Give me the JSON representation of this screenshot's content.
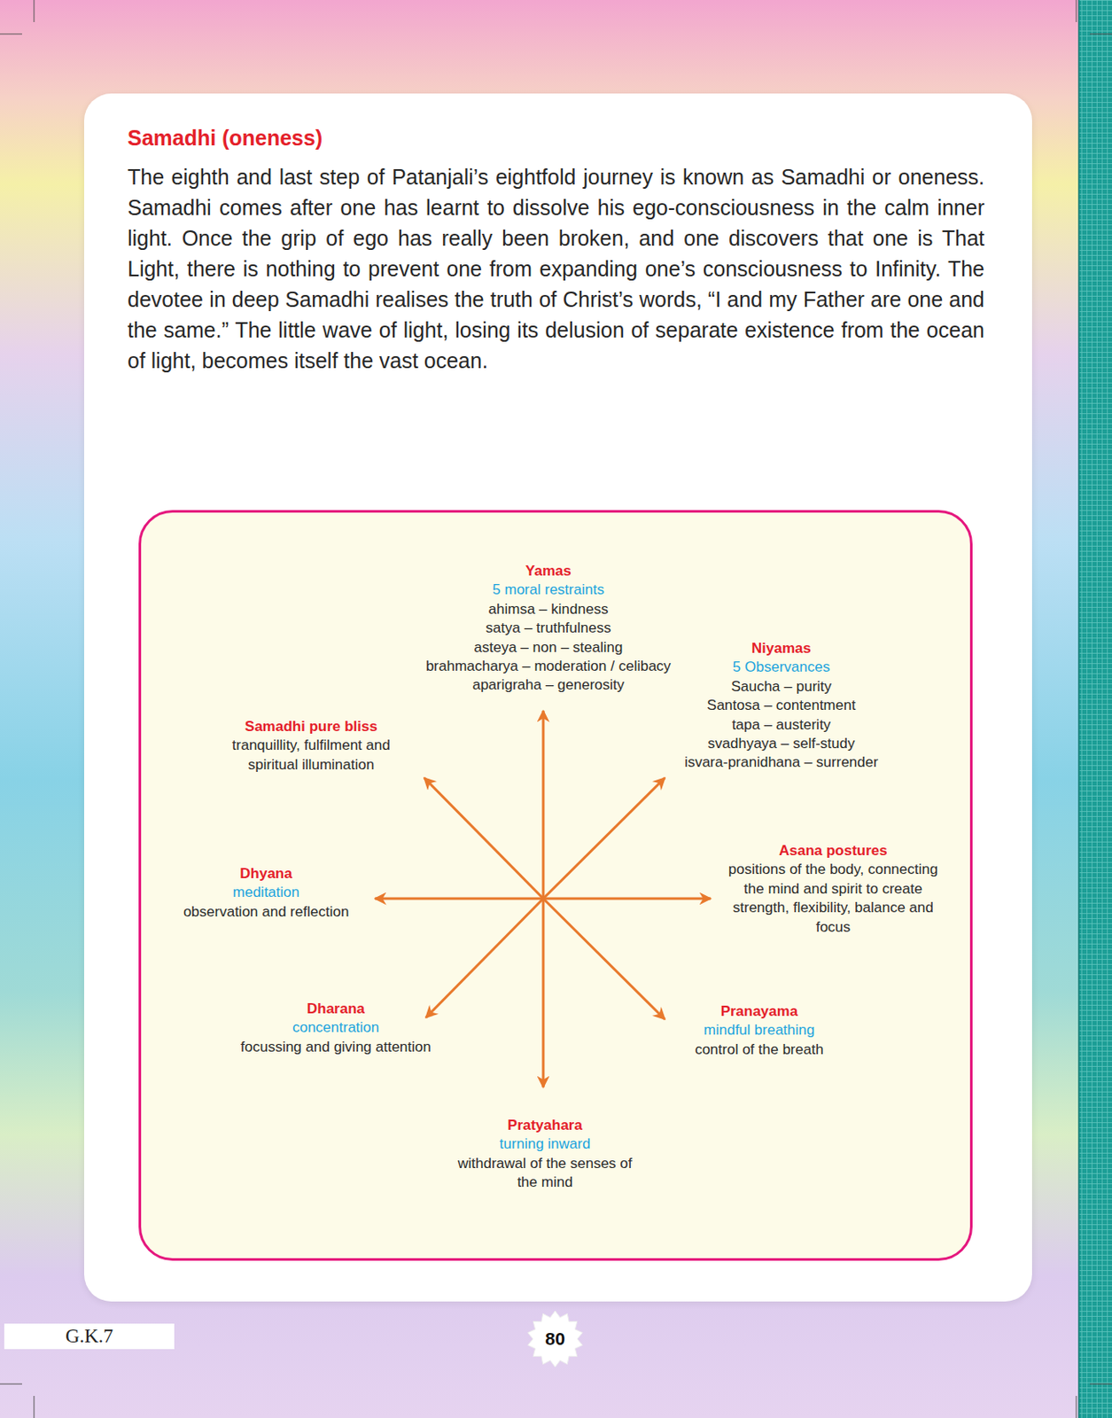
{
  "diagram": {
    "nodes": [
      {
        "text": [
          "Samadhi (oneness)",
          "The eighth and last step of Patanjali’s eightfold journey is known as Samadhi or oneness. Samadhi comes after one has learnt to dissolve his ego-consciousness in the calm inner light. Once the grip of ego has really been broken, and one discovers that one is That Light, there is nothing to prevent one from expanding one’s consciousness to Infinity. The devotee in deep Samadhi realises the truth of Christ’s words, “I and my Father are one and the same.” The little wave of light, losing its delusion of separate existence from the ocean of light, becomes itself the vast ocean."
        ]
      },
      {
        "text": [
          "Yamas",
          "5 moral restraints",
          "ahimsa – kindness",
          "satya – truthfulness",
          "asteya – non – stealing",
          "brahmacharya – moderation / celibacy",
          "aparigraha – generosity",
          "Niyamas",
          "5 Observances",
          "Saucha – purity",
          "Santosa – contentment",
          "tapa – austerity",
          "svadhyaya – self-study",
          "isvara-pranidhana – surrender",
          "Samadhi pure bliss",
          "tranquillity, fulfilment and spiritual illumination",
          "Asana postures",
          "positions of the body, connecting the mind and spirit to create strength, flexibility, balance and focus",
          "Dhyana",
          "meditation",
          "observation and reflection",
          "Dharana",
          "concentration",
          "focussing and giving attention",
          "Pranayama",
          "mindful breathing",
          "control of the breath",
          "Pratyahara",
          "turning inward",
          "withdrawal of the senses of the mind"
        ],
        "in": 0
      },
      {
        "text": [
          "G.K.7"
        ]
      },
      {
        "text": [
          "80"
        ]
      }
    ]
  }
}
